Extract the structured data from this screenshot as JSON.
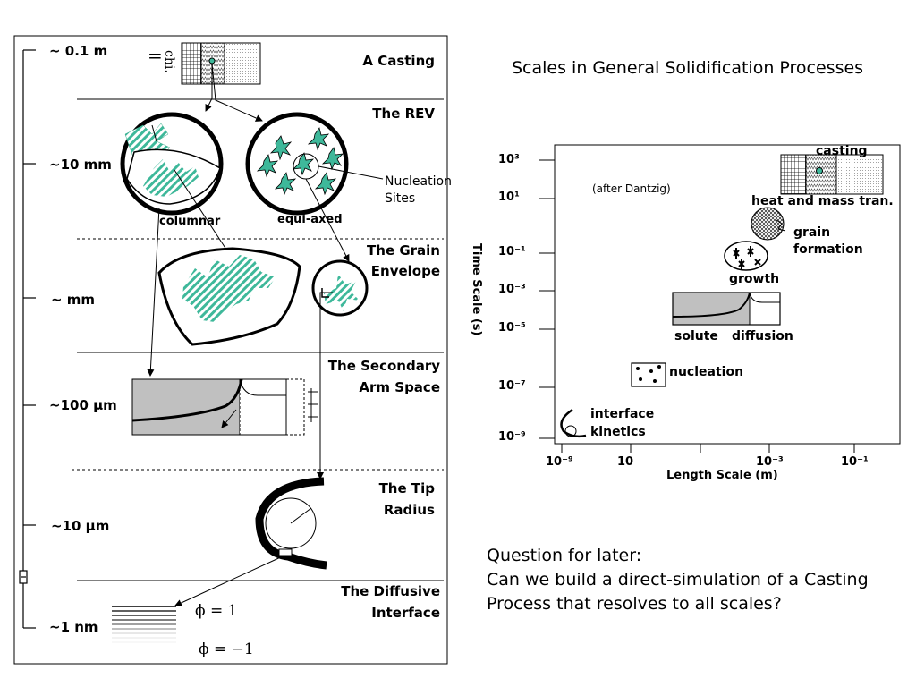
{
  "title": "Scales in General Solidification Processes",
  "left_panel": {
    "scales": [
      {
        "id": "scale-01m",
        "label": "~ 0.1 m"
      },
      {
        "id": "scale-10mm",
        "label": "~10 mm"
      },
      {
        "id": "scale-mm",
        "label": "~ mm"
      },
      {
        "id": "scale-100um",
        "label": "~100 μm"
      },
      {
        "id": "scale-10um",
        "label": "~10 μm"
      },
      {
        "id": "scale-1nm",
        "label": "~1 nm"
      }
    ],
    "sections": {
      "casting": "A Casting",
      "rev": "The REV",
      "grain_line1": "The Grain",
      "grain_line2": "Envelope",
      "sas_line1": "The Secondary",
      "sas_line2": "Arm Space",
      "tip_line1": "The Tip",
      "tip_line2": "Radius",
      "diff_line1": "The Diffusive",
      "diff_line2": "Interface"
    },
    "labels": {
      "equals": "=",
      "chi": "chi.",
      "columnar": "columnar",
      "equiaxed": "equi-axed",
      "nucleation_line1": "Nucleation",
      "nucleation_line2": "Sites",
      "phi_plus": "ϕ =  1",
      "phi_minus": "ϕ = −1"
    }
  },
  "chart": {
    "attribution": "(after Dantzig)",
    "xlabel": "Length Scale (m)",
    "ylabel": "Time Scale  (s)",
    "x_ticks": [
      "10⁻⁹",
      "10",
      "10⁻³",
      "10⁻¹"
    ],
    "y_ticks": [
      "10³",
      "10¹",
      "10⁻¹",
      "10⁻³",
      "10⁻⁵",
      "10⁻⁷",
      "10⁻⁹"
    ],
    "items": {
      "casting": "casting",
      "heat_mass": "heat and mass tran.",
      "grain_line1": "grain",
      "grain_line2": "formation",
      "growth": "growth",
      "solute": "solute",
      "diffusion": "diffusion",
      "nucleation": "nucleation",
      "interface_line1": "interface",
      "interface_line2": "kinetics"
    }
  },
  "question": {
    "line1": "Question for later:",
    "line2": "Can we build a direct-simulation of a Casting",
    "line3": " Process that resolves to all scales?"
  }
}
